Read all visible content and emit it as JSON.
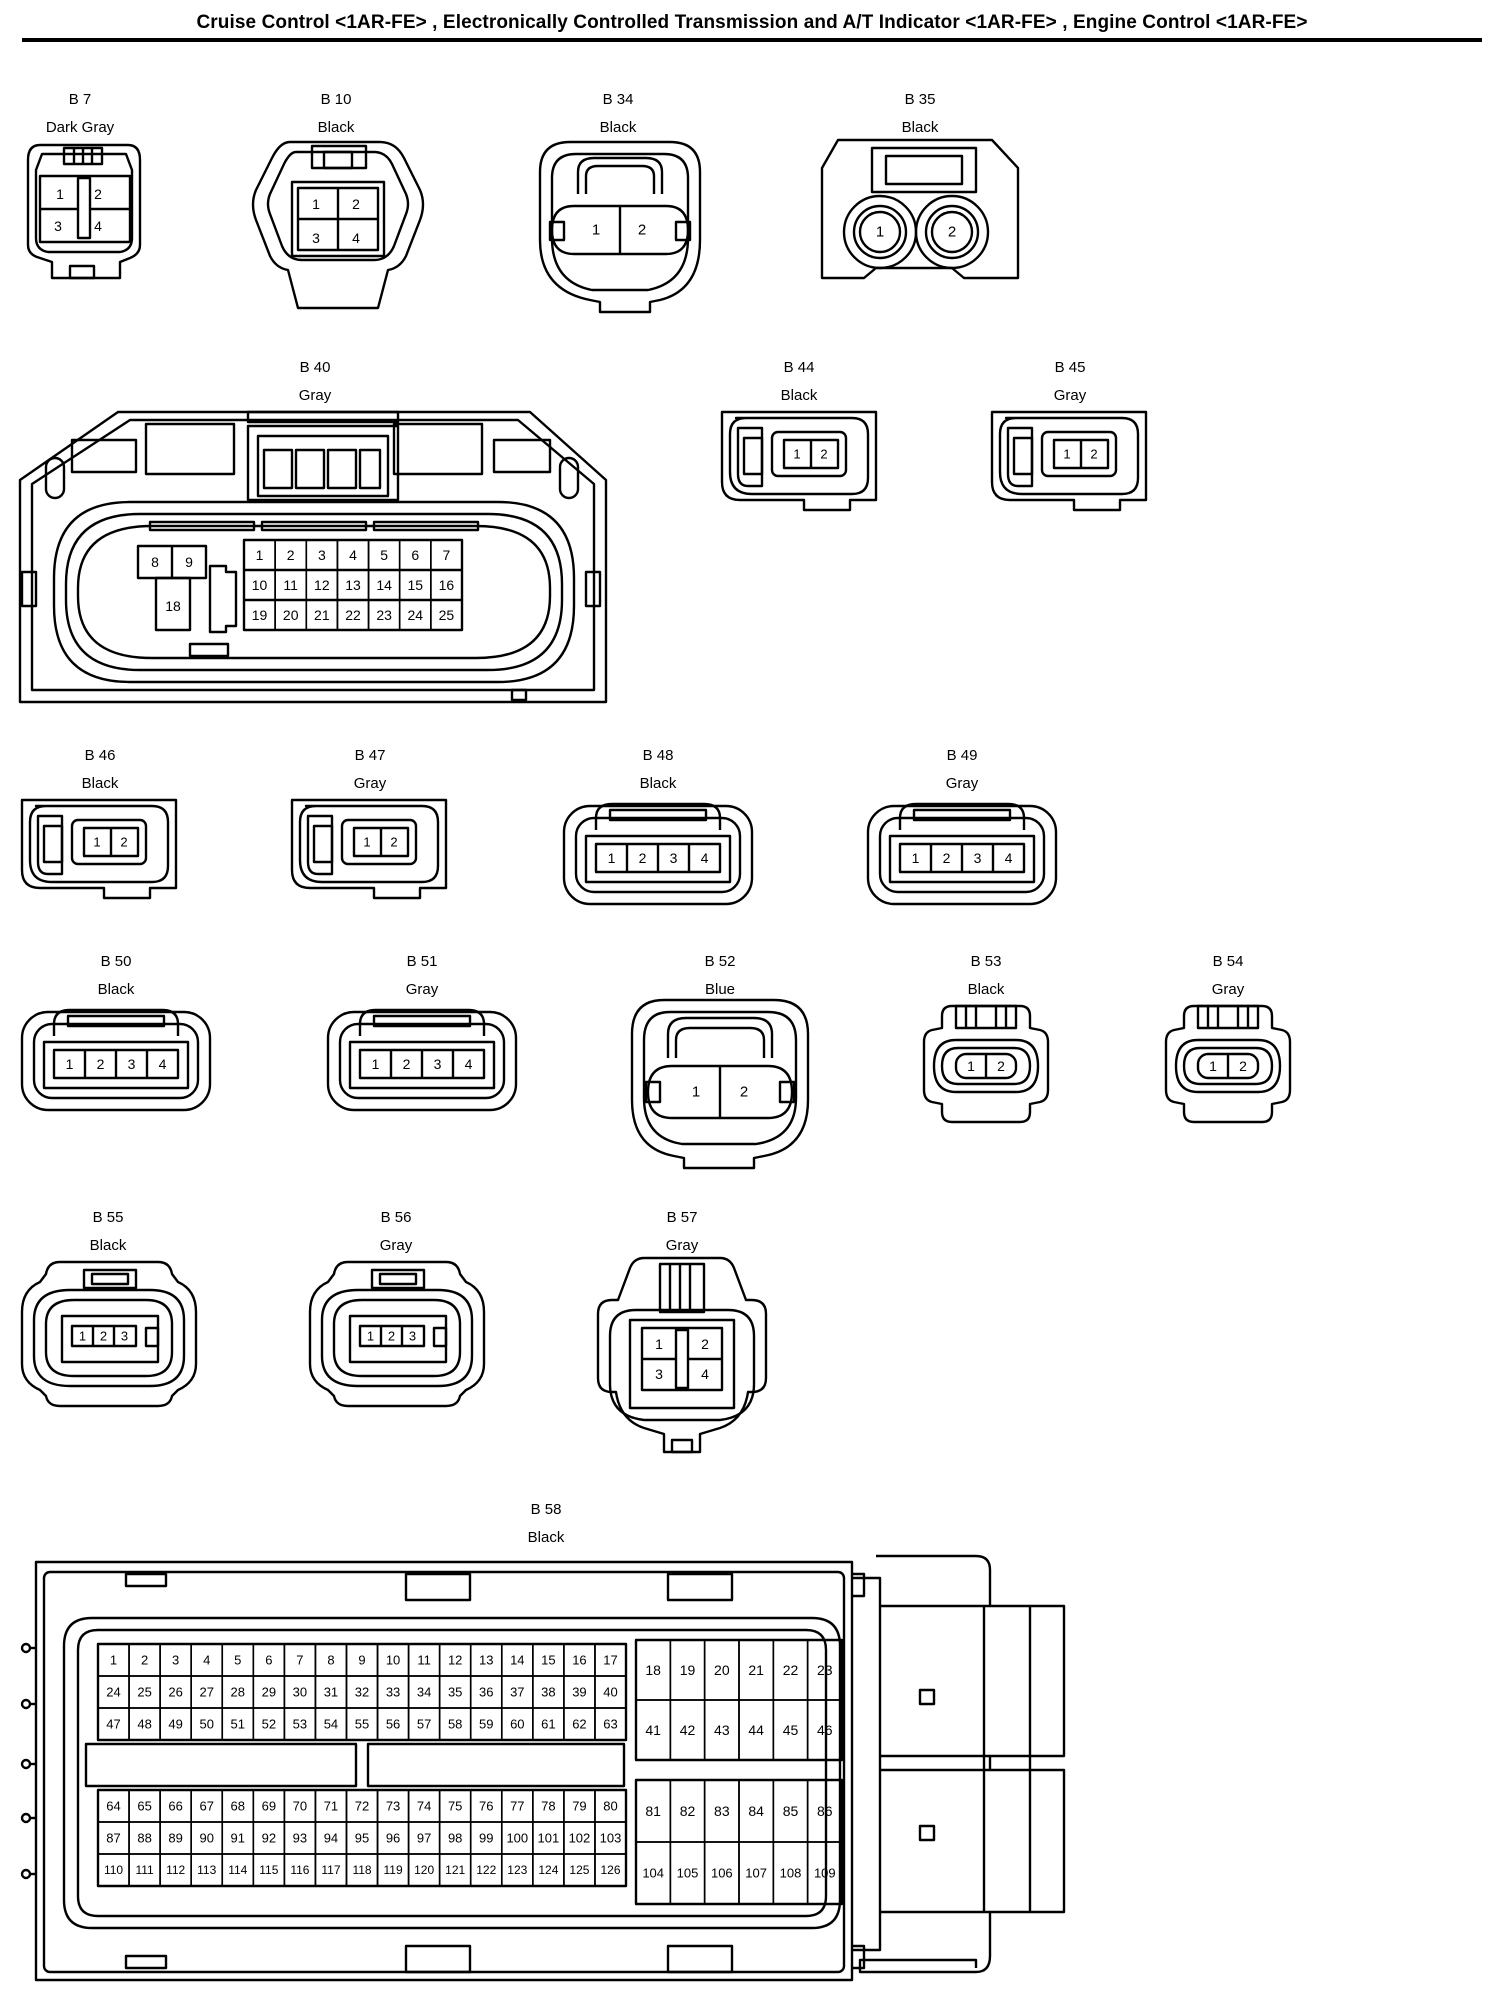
{
  "page_title": "Cruise Control <1AR-FE> , Electronically Controlled Transmission and A/T Indicator <1AR-FE> , Engine Control <1AR-FE>",
  "connectors": [
    {
      "id": "B 7",
      "color": "Dark Gray"
    },
    {
      "id": "B 10",
      "color": "Black"
    },
    {
      "id": "B 34",
      "color": "Black"
    },
    {
      "id": "B 35",
      "color": "Black"
    },
    {
      "id": "B 40",
      "color": "Gray"
    },
    {
      "id": "B 44",
      "color": "Black"
    },
    {
      "id": "B 45",
      "color": "Gray"
    },
    {
      "id": "B 46",
      "color": "Black"
    },
    {
      "id": "B 47",
      "color": "Gray"
    },
    {
      "id": "B 48",
      "color": "Black"
    },
    {
      "id": "B 49",
      "color": "Gray"
    },
    {
      "id": "B 50",
      "color": "Black"
    },
    {
      "id": "B 51",
      "color": "Gray"
    },
    {
      "id": "B 52",
      "color": "Blue"
    },
    {
      "id": "B 53",
      "color": "Black"
    },
    {
      "id": "B 54",
      "color": "Gray"
    },
    {
      "id": "B 55",
      "color": "Black"
    },
    {
      "id": "B 56",
      "color": "Gray"
    },
    {
      "id": "B 57",
      "color": "Gray"
    },
    {
      "id": "B 58",
      "color": "Black"
    }
  ]
}
